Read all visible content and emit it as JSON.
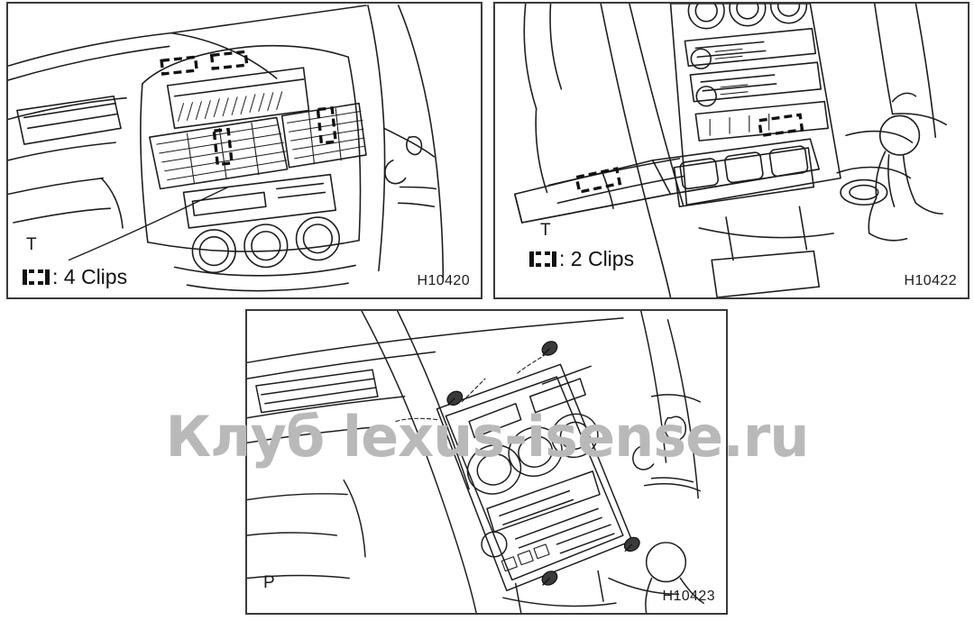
{
  "document": {
    "type": "service-manual-figure",
    "watermark": "Клуб lexus-isense.ru",
    "watermark_color": "#b9b9b9",
    "background_color": "#ffffff",
    "line_color": "#1a1a1a"
  },
  "panels": [
    {
      "id": "panel-1",
      "figure_id": "H10420",
      "orientation_letter": "T",
      "clip_icon": "clip-bracket-icon",
      "clip_label": ": 4 Clips",
      "clip_count": 4,
      "subject": "instrument panel center cluster with air vents and clip locations"
    },
    {
      "id": "panel-2",
      "figure_id": "H10422",
      "orientation_letter": "T",
      "clip_icon": "clip-bracket-icon",
      "clip_label": ": 2 Clips",
      "clip_count": 2,
      "subject": "center console tray pulled out showing 2 clip locations"
    },
    {
      "id": "panel-3",
      "figure_id": "H10423",
      "orientation_letter": "P",
      "clip_icon": null,
      "clip_label": null,
      "clip_count": 0,
      "subject": "center cluster finish panel removed showing screw locations"
    }
  ]
}
